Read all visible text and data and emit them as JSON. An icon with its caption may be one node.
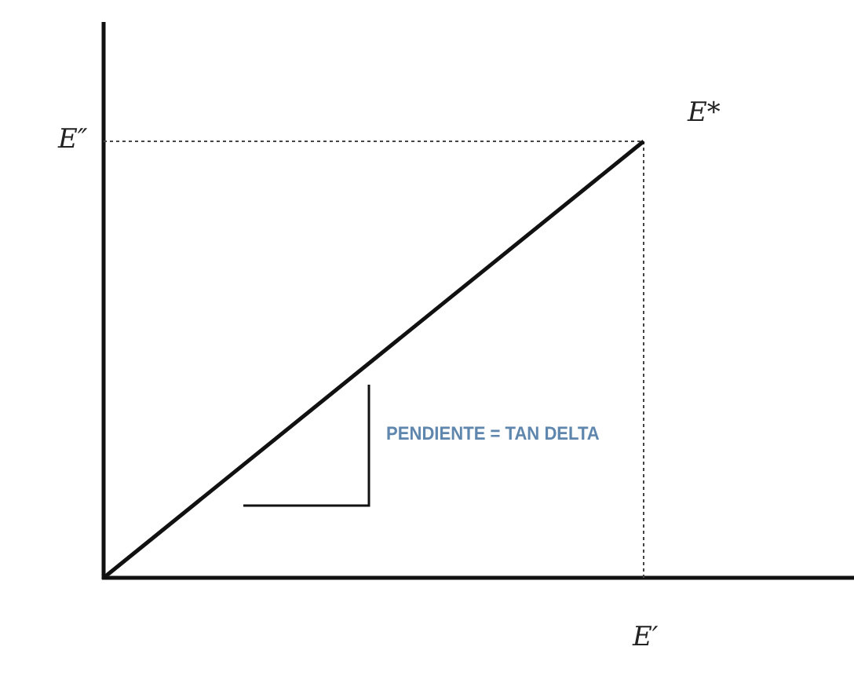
{
  "diagram": {
    "labels": [
      "E″",
      "E*",
      "PENDIENTE = TAN DELTA",
      "E′"
    ]
  }
}
